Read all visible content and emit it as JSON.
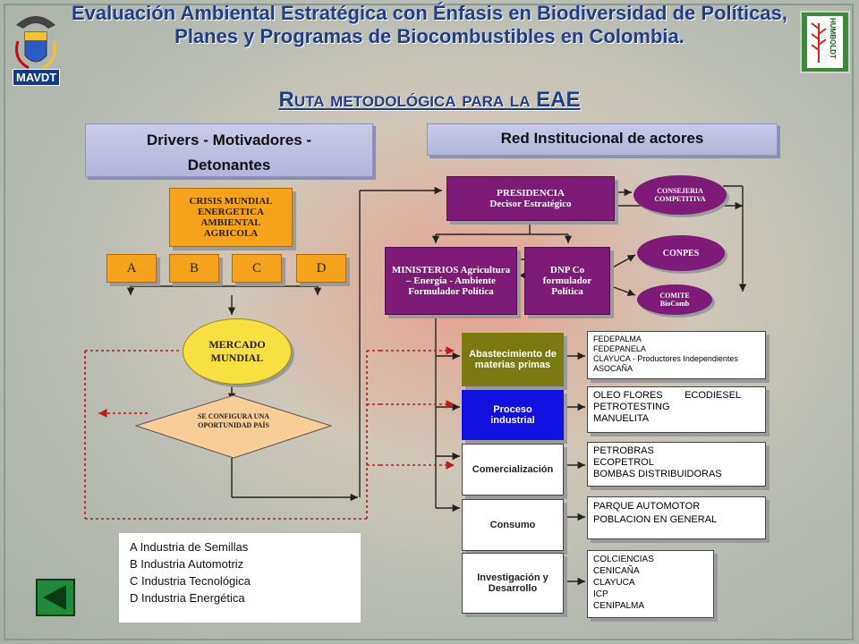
{
  "header": {
    "title": "Evaluación Ambiental Estratégica con Énfasis en Biodiversidad de Políticas, Planes y Programas de Biocombustibles en Colombia.",
    "subtitle": "Ruta metodológica para la EAE",
    "left_logo_label": "MAVDT",
    "right_logo_label": "HUMBOLDT"
  },
  "drivers": {
    "header": "Drivers - Motivadores - Detonantes",
    "crisis": "CRISIS MUNDIAL ENERGETICA AMBIENTAL AGRICOLA",
    "boxes": [
      "A",
      "B",
      "C",
      "D"
    ],
    "market": "MERCADO MUNDIAL",
    "opportunity": "SE CONFIGURA UNA OPORTUNIDAD PAÍS"
  },
  "actors": {
    "header": "Red Institucional de actores",
    "presidencia": "PRESIDENCIA Decisor Estratégico",
    "ministerios": "MINISTERIOS Agricultura – Energía - Ambiente Formulador Política",
    "dnp": "DNP Co formulador Política",
    "consejeria": "CONSEJERIA COMPETITIVA",
    "conpes": "CONPES",
    "comite": "COMITE BioComb"
  },
  "stages": [
    {
      "label": "Abastecimiento de materias primas",
      "items": [
        "FEDEPALMA",
        "FEDEPANELA",
        "CLAYUCA - Productores Independientes",
        "ASOCAÑA"
      ]
    },
    {
      "label": "Proceso industrial",
      "items": [
        "OLEO FLORES        ECODIESEL",
        "PETROTESTING",
        "MANUELITA"
      ]
    },
    {
      "label": "Comercialización",
      "items": [
        "PETROBRAS",
        "ECOPETROL",
        "BOMBAS DISTRIBUIDORAS"
      ]
    },
    {
      "label": "Consumo",
      "items": [
        "PARQUE AUTOMOTOR",
        "POBLACION EN GENERAL"
      ]
    },
    {
      "label": "Investigación y Desarrollo",
      "items": [
        "COLCIENCIAS",
        "CENICAÑA",
        "CLAYUCA",
        "ICP",
        "CENIPALMA"
      ]
    }
  ],
  "legend": [
    "A  Industria de Semillas",
    "B  Industria Automotriz",
    "C  Industria Tecnológica",
    "D  Industria Energética"
  ],
  "colors": {
    "title": "#1f3d8a",
    "orange": "#f7a21b",
    "purple": "#7e1b78",
    "olive": "#7a7a10",
    "blue": "#1010e0"
  }
}
